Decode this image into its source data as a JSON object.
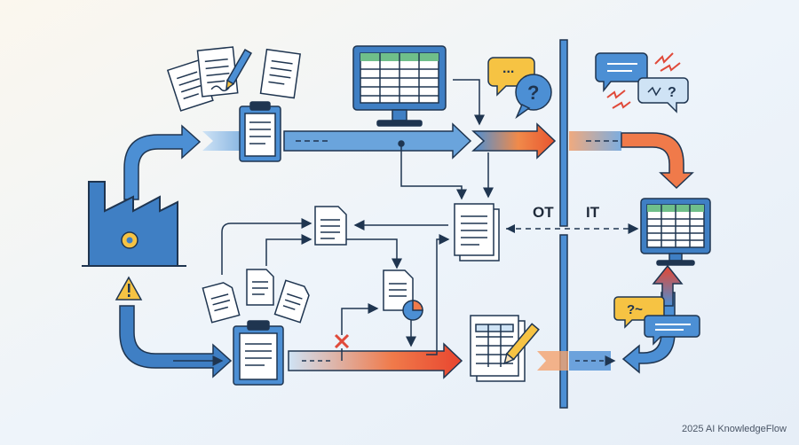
{
  "labels": {
    "ot": "OT",
    "it": "IT",
    "credit": "2025 AI KnowledgeFlow"
  },
  "icons": {
    "bubble_text": "...",
    "bubble_question": "?",
    "bubble_question_small": "?",
    "bubble_mixed": "?~"
  },
  "colors": {
    "background": "#eef3f8",
    "primary_blue": "#3f7fc4",
    "dark_navy": "#1f3550",
    "orange": "#f06a3a",
    "red": "#e04a3a",
    "yellow": "#f6c343",
    "light_blue": "#dcebf8",
    "green_header": "#6fbf8a"
  }
}
